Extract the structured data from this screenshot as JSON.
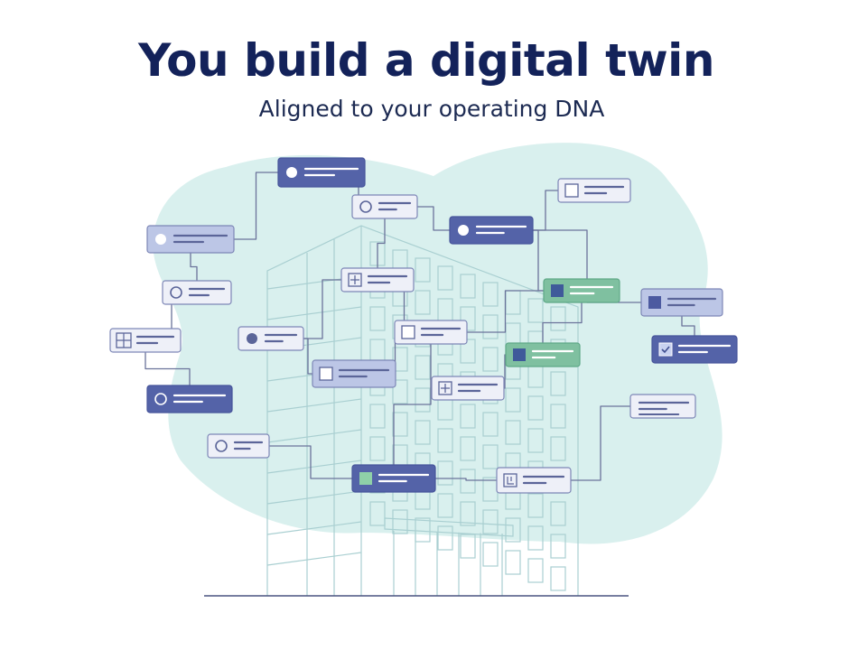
{
  "header": {
    "title": "You build a digital twin",
    "subtitle": "Aligned to your operating DNA"
  },
  "colors": {
    "blob": "#d9f0ee",
    "building_line": "#a9cfd1",
    "connector": "#6b739a",
    "card_light_fill": "#eef0f8",
    "card_light_stroke": "#7d86b6",
    "card_medium_fill": "#bcc6e6",
    "card_dark_fill": "#5463a8",
    "card_green_fill": "#7fc0a0",
    "line_on_dark": "#ffffff",
    "line_on_light": "#5b6599"
  },
  "nodes": [
    {
      "id": "n1",
      "style": "dark",
      "icon": "circle-filled-icon"
    },
    {
      "id": "n2",
      "style": "light",
      "icon": "circle-outline-icon"
    },
    {
      "id": "n3",
      "style": "medium",
      "icon": "circle-filled-icon"
    },
    {
      "id": "n4",
      "style": "dark",
      "icon": "circle-filled-icon"
    },
    {
      "id": "n5",
      "style": "light",
      "icon": "square-outline-icon"
    },
    {
      "id": "n6",
      "style": "light",
      "icon": "circle-outline-icon"
    },
    {
      "id": "n7",
      "style": "light",
      "icon": "grid-icon"
    },
    {
      "id": "n8",
      "style": "light",
      "icon": "plus-square-icon"
    },
    {
      "id": "n9",
      "style": "green",
      "icon": "square-filled-icon"
    },
    {
      "id": "n10",
      "style": "medium",
      "icon": "square-filled-icon"
    },
    {
      "id": "n11",
      "style": "light",
      "icon": "circle-filled-icon"
    },
    {
      "id": "n12",
      "style": "light",
      "icon": "square-outline-icon"
    },
    {
      "id": "n13",
      "style": "dark",
      "icon": "checkbox-icon"
    },
    {
      "id": "n14",
      "style": "medium",
      "icon": "square-outline-icon"
    },
    {
      "id": "n15",
      "style": "green",
      "icon": "square-filled-icon"
    },
    {
      "id": "n16",
      "style": "dark",
      "icon": "circle-outline-icon"
    },
    {
      "id": "n17",
      "style": "light",
      "icon": "plus-square-icon"
    },
    {
      "id": "n18",
      "style": "light",
      "icon": "none"
    },
    {
      "id": "n19",
      "style": "light",
      "icon": "circle-outline-icon"
    },
    {
      "id": "n20",
      "style": "dark",
      "icon": "square-green-icon"
    },
    {
      "id": "n21",
      "style": "light",
      "icon": "bracket-square-icon"
    }
  ],
  "edges": [
    [
      "n1",
      "n3"
    ],
    [
      "n1",
      "n2"
    ],
    [
      "n2",
      "n4"
    ],
    [
      "n5",
      "n4"
    ],
    [
      "n3",
      "n6"
    ],
    [
      "n2",
      "n8"
    ],
    [
      "n6",
      "n7"
    ],
    [
      "n7",
      "n16"
    ],
    [
      "n8",
      "n11"
    ],
    [
      "n8",
      "n12"
    ],
    [
      "n11",
      "n14"
    ],
    [
      "n12",
      "n14"
    ],
    [
      "n4",
      "n9"
    ],
    [
      "n9",
      "n12"
    ],
    [
      "n10",
      "n13"
    ],
    [
      "n15",
      "n17"
    ],
    [
      "n12",
      "n20"
    ],
    [
      "n18",
      "n21"
    ],
    [
      "n19",
      "n20"
    ],
    [
      "n20",
      "n21"
    ],
    [
      "n4",
      "n10"
    ],
    [
      "n9",
      "n15"
    ]
  ]
}
